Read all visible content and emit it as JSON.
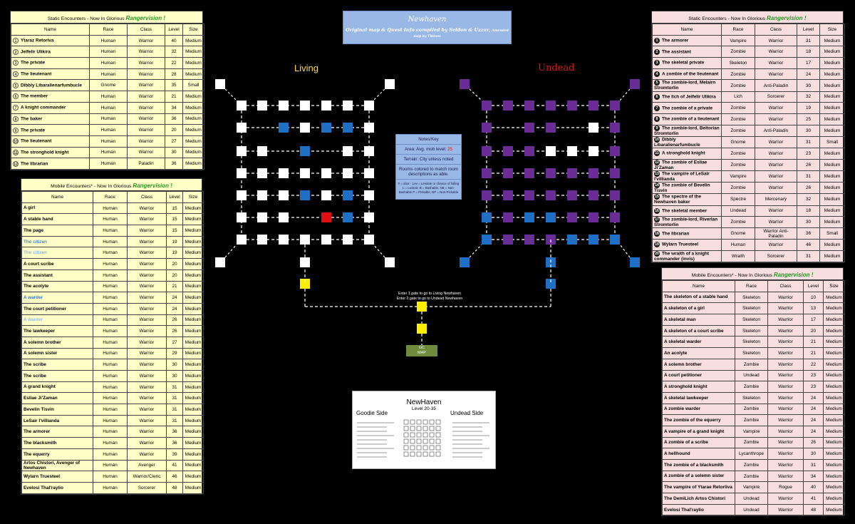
{
  "title": {
    "name": "Newhaven",
    "credit": "Original map & Quest Info compiled by Seldon & Uzzar,",
    "credit_small": "Amended map by Tikinos"
  },
  "area_labels": {
    "living": "Living",
    "undead": "Undead"
  },
  "notes": {
    "heading": "Notes/Key",
    "area_prefix": "Area: Avg. mob level:",
    "area_level": "25",
    "terrain": "Terrain: City unless noted",
    "rooms": "Rooms colored to match room descriptions as able.",
    "legend": "# = door · Lev = Levitate or chance of falling  L = Locked, B = Bashable, NB = Non-Bashable  P = Pickable, NP = Non-Pickable"
  },
  "gate_note": {
    "line1": "Enter 1.gate to go to Living Newhaven",
    "line2": "Enter 2.gate to go to Undead Newhaven"
  },
  "gc_map": {
    "line1": "GC",
    "line2": "MAP"
  },
  "mini_map": {
    "title": "NewHaven",
    "level": "Level 20-35",
    "goodie": "Goodie Side",
    "undead": "Undead Side"
  },
  "columns": {
    "name": "Name",
    "race": "Race",
    "class": "Class",
    "level": "Level",
    "size": "Size"
  },
  "living_static": {
    "title_prefix": "Static Encounters - Now In Glorious",
    "title_em": "Rangervision !",
    "rows": [
      {
        "n": "1",
        "name": "Ytaraz Retoriva",
        "race": "Human",
        "cls": "Warrior",
        "lvl": "40",
        "size": "Medium"
      },
      {
        "n": "2",
        "name": "Jelfelir Ulikira",
        "race": "Human",
        "cls": "Warrior",
        "lvl": "32",
        "size": "Medium"
      },
      {
        "n": "3",
        "name": "The private",
        "race": "Human",
        "cls": "Warrior",
        "lvl": "22",
        "size": "Medium"
      },
      {
        "n": "4",
        "name": "The lieutenant",
        "race": "Human",
        "cls": "Warrior",
        "lvl": "28",
        "size": "Medium"
      },
      {
        "n": "5",
        "name": "Dibbly Libaralienarfumbucle",
        "race": "Gnome",
        "cls": "Warrior",
        "lvl": "35",
        "size": "Small"
      },
      {
        "n": "6",
        "name": "The member",
        "race": "Human",
        "cls": "Warrior",
        "lvl": "21",
        "size": "Medium"
      },
      {
        "n": "7",
        "name": "A knight commander",
        "race": "Human",
        "cls": "Warrior",
        "lvl": "34",
        "size": "Medium"
      },
      {
        "n": "8",
        "name": "The baker",
        "race": "Human",
        "cls": "Warrior",
        "lvl": "36",
        "size": "Medium"
      },
      {
        "n": "9",
        "name": "The private",
        "race": "Human",
        "cls": "Warrior",
        "lvl": "20",
        "size": "Medium"
      },
      {
        "n": "10",
        "name": "The lieutenant",
        "race": "Human",
        "cls": "Warrior",
        "lvl": "27",
        "size": "Medium"
      },
      {
        "n": "11",
        "name": "The stronghold knight",
        "race": "Human",
        "cls": "Warrior",
        "lvl": "30",
        "size": "Medium"
      },
      {
        "n": "12",
        "name": "The librarian",
        "race": "Human",
        "cls": "Paladin",
        "lvl": "36",
        "size": "Medium"
      }
    ]
  },
  "living_mobile": {
    "title_prefix": "Mobile Encounters* - Now In Glorious",
    "title_em": "Rangervision !",
    "rows": [
      {
        "name": "A girl",
        "race": "Human",
        "cls": "Warrior",
        "lvl": "15",
        "size": "Medium"
      },
      {
        "name": "A stable hand",
        "race": "Human",
        "cls": "Warrior",
        "lvl": "15",
        "size": "Medium"
      },
      {
        "name": "The page",
        "race": "Human",
        "cls": "Warrior",
        "lvl": "15",
        "size": "Medium"
      },
      {
        "name": "The citizen",
        "race": "Human",
        "cls": "Warrior",
        "lvl": "19",
        "size": "Medium",
        "color": "#4a86c8"
      },
      {
        "name": "The citizen",
        "race": "Human",
        "cls": "Warrior",
        "lvl": "19",
        "size": "Medium",
        "color": "#8fb8e8"
      },
      {
        "name": "A court scribe",
        "race": "Human",
        "cls": "Warrior",
        "lvl": "20",
        "size": "Medium"
      },
      {
        "name": "The assistant",
        "race": "Human",
        "cls": "Warrior",
        "lvl": "20",
        "size": "Medium"
      },
      {
        "name": "The acolyte",
        "race": "Human",
        "cls": "Warrior",
        "lvl": "21",
        "size": "Medium"
      },
      {
        "name": "A warder",
        "race": "Human",
        "cls": "Warrior",
        "lvl": "24",
        "size": "Medium",
        "color": "#2a78c8"
      },
      {
        "name": "The court petitioner",
        "race": "Human",
        "cls": "Warrior",
        "lvl": "24",
        "size": "Medium"
      },
      {
        "name": "A warder",
        "race": "Human",
        "cls": "Warrior",
        "lvl": "26",
        "size": "Medium",
        "color": "#8fb8e8"
      },
      {
        "name": "The lawkeeper",
        "race": "Human",
        "cls": "Warrior",
        "lvl": "26",
        "size": "Medium"
      },
      {
        "name": "A solemn brother",
        "race": "Human",
        "cls": "Warrior",
        "lvl": "27",
        "size": "Medium"
      },
      {
        "name": "A solemn sister",
        "race": "Human",
        "cls": "Warrior",
        "lvl": "29",
        "size": "Medium"
      },
      {
        "name": "The scribe",
        "race": "Human",
        "cls": "Warrior",
        "lvl": "30",
        "size": "Medium"
      },
      {
        "name": "The scribe",
        "race": "Human",
        "cls": "Warrior",
        "lvl": "30",
        "size": "Medium"
      },
      {
        "name": "A grand knight",
        "race": "Human",
        "cls": "Warrior",
        "lvl": "31",
        "size": "Medium"
      },
      {
        "name": "Esliae Ji'Zaman",
        "race": "Human",
        "cls": "Warrior",
        "lvl": "31",
        "size": "Medium"
      },
      {
        "name": "Bevelin Tisvin",
        "race": "Human",
        "cls": "Warrior",
        "lvl": "31",
        "size": "Medium"
      },
      {
        "name": "LeSair I'villianda",
        "race": "Human",
        "cls": "Warrior",
        "lvl": "31",
        "size": "Medium"
      },
      {
        "name": "The armorer",
        "race": "Human",
        "cls": "Warrior",
        "lvl": "36",
        "size": "Medium"
      },
      {
        "name": "The blacksmith",
        "race": "Human",
        "cls": "Warrior",
        "lvl": "36",
        "size": "Medium"
      },
      {
        "name": "The equerry",
        "race": "Human",
        "cls": "Warrior",
        "lvl": "39",
        "size": "Medium"
      },
      {
        "name": "Artos Chistori, Avenger of Newhaven",
        "race": "Human",
        "cls": "Avenger",
        "lvl": "41",
        "size": "Medium"
      },
      {
        "name": "Wylarn Truesteel",
        "race": "Human",
        "cls": "Warrior/Cleric",
        "lvl": "46",
        "size": "Medium"
      },
      {
        "name": "Evelosi Thal'raylio",
        "race": "Human",
        "cls": "Sorcerer",
        "lvl": "48",
        "size": "Medium"
      }
    ]
  },
  "undead_static": {
    "title_prefix": "Static Encounters - Now In Glorious",
    "title_em": "Rangervision !",
    "rows": [
      {
        "n": "1",
        "name": "The armorer",
        "race": "Vampire",
        "cls": "Warrior",
        "lvl": "31",
        "size": "Medium"
      },
      {
        "n": "2",
        "name": "The assistant",
        "race": "Zombie",
        "cls": "Warrior",
        "lvl": "18",
        "size": "Medium"
      },
      {
        "n": "3",
        "name": "The skeletal private",
        "race": "Skeleton",
        "cls": "Warrior",
        "lvl": "17",
        "size": "Medium"
      },
      {
        "n": "4",
        "name": "A zombie of the lieutenant",
        "race": "Zombie",
        "cls": "Warrior",
        "lvl": "24",
        "size": "Medium"
      },
      {
        "n": "5",
        "name": "The zombie-lord, Melairn Stromtorlin",
        "race": "Zombie",
        "cls": "Anti-Paladin",
        "lvl": "30",
        "size": "Medium"
      },
      {
        "n": "6",
        "name": "The lich of Jelfelir Ulikira",
        "race": "Lich",
        "cls": "Sorcerer",
        "lvl": "32",
        "size": "Medium"
      },
      {
        "n": "7",
        "name": "The zombie of a private",
        "race": "Zombie",
        "cls": "Warrior",
        "lvl": "19",
        "size": "Medium"
      },
      {
        "n": "8",
        "name": "The zombie of a lieutenant",
        "race": "Zombie",
        "cls": "Warrior",
        "lvl": "25",
        "size": "Medium"
      },
      {
        "n": "9",
        "name": "The zombie-lord, Beltorian Stromtorlin",
        "race": "Zombie",
        "cls": "Anti-Paladin",
        "lvl": "30",
        "size": "Medium"
      },
      {
        "n": "10",
        "name": "Dibbly Libaralienarfumbucle",
        "race": "Gnome",
        "cls": "Warrior",
        "lvl": "31",
        "size": "Small"
      },
      {
        "n": "11",
        "name": "A stronghold knight",
        "race": "Zombie",
        "cls": "Warrior",
        "lvl": "23",
        "size": "Medium"
      },
      {
        "n": "12",
        "name": "The zombie of Esliae Ji'Zaman",
        "race": "Zombie",
        "cls": "Warrior",
        "lvl": "26",
        "size": "Medium"
      },
      {
        "n": "13",
        "name": "The vampire of LeSair I'villianda",
        "race": "Vampire",
        "cls": "Warrior",
        "lvl": "31",
        "size": "Medium"
      },
      {
        "n": "14",
        "name": "The zombie of Bevelin Tisvin",
        "race": "Zombie",
        "cls": "Warrior",
        "lvl": "26",
        "size": "Medium"
      },
      {
        "n": "15",
        "name": "The spectre of the Newhaven baker",
        "race": "Spectre",
        "cls": "Mercenary",
        "lvl": "32",
        "size": "Medium"
      },
      {
        "n": "16",
        "name": "The skeletal member",
        "race": "Undead",
        "cls": "Warrior",
        "lvl": "18",
        "size": "Medium"
      },
      {
        "n": "17",
        "name": "The zombie-lord, Riverlan Stromtorlin",
        "race": "Zombie",
        "cls": "Warrior",
        "lvl": "30",
        "size": "Medium"
      },
      {
        "n": "18",
        "name": "The librarian",
        "race": "Gnome",
        "cls": "Warrior Anti-Paladin",
        "lvl": "36",
        "size": "Small"
      },
      {
        "n": "19",
        "name": "Wylarn Truesteel",
        "race": "Human",
        "cls": "Warrior",
        "lvl": "46",
        "size": "Medium"
      },
      {
        "n": "20",
        "name": "The wraith of a knight commander (invis)",
        "race": "Wraith",
        "cls": "Sorcerer",
        "lvl": "31",
        "size": "Medium"
      }
    ]
  },
  "undead_mobile": {
    "title_prefix": "Mobile Encounters* - Now In Glorious",
    "title_em": "Rangervision !",
    "rows": [
      {
        "name": "The skeleton of a stable hand",
        "race": "Skeleton",
        "cls": "Warrior",
        "lvl": "10",
        "size": "Medium"
      },
      {
        "name": "A skeleton of a girl",
        "race": "Skeleton",
        "cls": "Warrior",
        "lvl": "13",
        "size": "Medium"
      },
      {
        "name": "A skeletal man",
        "race": "Skeleton",
        "cls": "Warrior",
        "lvl": "17",
        "size": "Medium"
      },
      {
        "name": "A skeleton of a court scribe",
        "race": "Skeleton",
        "cls": "Warrior",
        "lvl": "20",
        "size": "Medium"
      },
      {
        "name": "A skeletal warder",
        "race": "Skeleton",
        "cls": "Warrior",
        "lvl": "21",
        "size": "Medium"
      },
      {
        "name": "An acolyte",
        "race": "Skeleton",
        "cls": "Warrior",
        "lvl": "21",
        "size": "Medium"
      },
      {
        "name": "A solemn brother",
        "race": "Zombie",
        "cls": "Warrior",
        "lvl": "22",
        "size": "Medium"
      },
      {
        "name": "A court petitioner",
        "race": "Undead",
        "cls": "Warrior",
        "lvl": "23",
        "size": "Medium"
      },
      {
        "name": "A stronghold knight",
        "race": "Zombie",
        "cls": "Warrior",
        "lvl": "23",
        "size": "Medium"
      },
      {
        "name": "A skeletal lawkeeper",
        "race": "Skeleton",
        "cls": "Warrior",
        "lvl": "24",
        "size": "Medium"
      },
      {
        "name": "A zombie warder",
        "race": "Zombie",
        "cls": "Warrior",
        "lvl": "24",
        "size": "Medium"
      },
      {
        "name": "The zombie of the equerry",
        "race": "Zombie",
        "cls": "Warrior",
        "lvl": "24",
        "size": "Medium"
      },
      {
        "name": "A vampire of a grand knight",
        "race": "Vampire",
        "cls": "Warrior",
        "lvl": "24",
        "size": "Medium"
      },
      {
        "name": "A zombie of a scribe",
        "race": "Zombie",
        "cls": "Warrior",
        "lvl": "26",
        "size": "Medium"
      },
      {
        "name": "A hellhound",
        "race": "Lycanthrope",
        "cls": "Warrior",
        "lvl": "30",
        "size": "Medium"
      },
      {
        "name": "The zombie of a blacksmith",
        "race": "Zombie",
        "cls": "Warrior",
        "lvl": "31",
        "size": "Medium"
      },
      {
        "name": "A zombie of a solemn sister",
        "race": "Zombie",
        "cls": "Warrior",
        "lvl": "34",
        "size": "Medium"
      },
      {
        "name": "The vampire of Ytarae Retorliva",
        "race": "Vampire",
        "cls": "Rogue",
        "lvl": "40",
        "size": "Medium"
      },
      {
        "name": "The DemiLich Artos Chistori",
        "race": "Undead",
        "cls": "Warrior",
        "lvl": "41",
        "size": "Medium"
      },
      {
        "name": "Evelosi Thal'raylio",
        "race": "Undead",
        "cls": "Warrior",
        "lvl": "48",
        "size": "Medium"
      }
    ]
  },
  "colors": {
    "room_white": "#ffffff",
    "room_blue": "#1f6fc4",
    "room_purple": "#6a2c95",
    "room_yellow": "#ffee00",
    "room_red": "#e01010",
    "accent_green": "#1f9a1f"
  }
}
